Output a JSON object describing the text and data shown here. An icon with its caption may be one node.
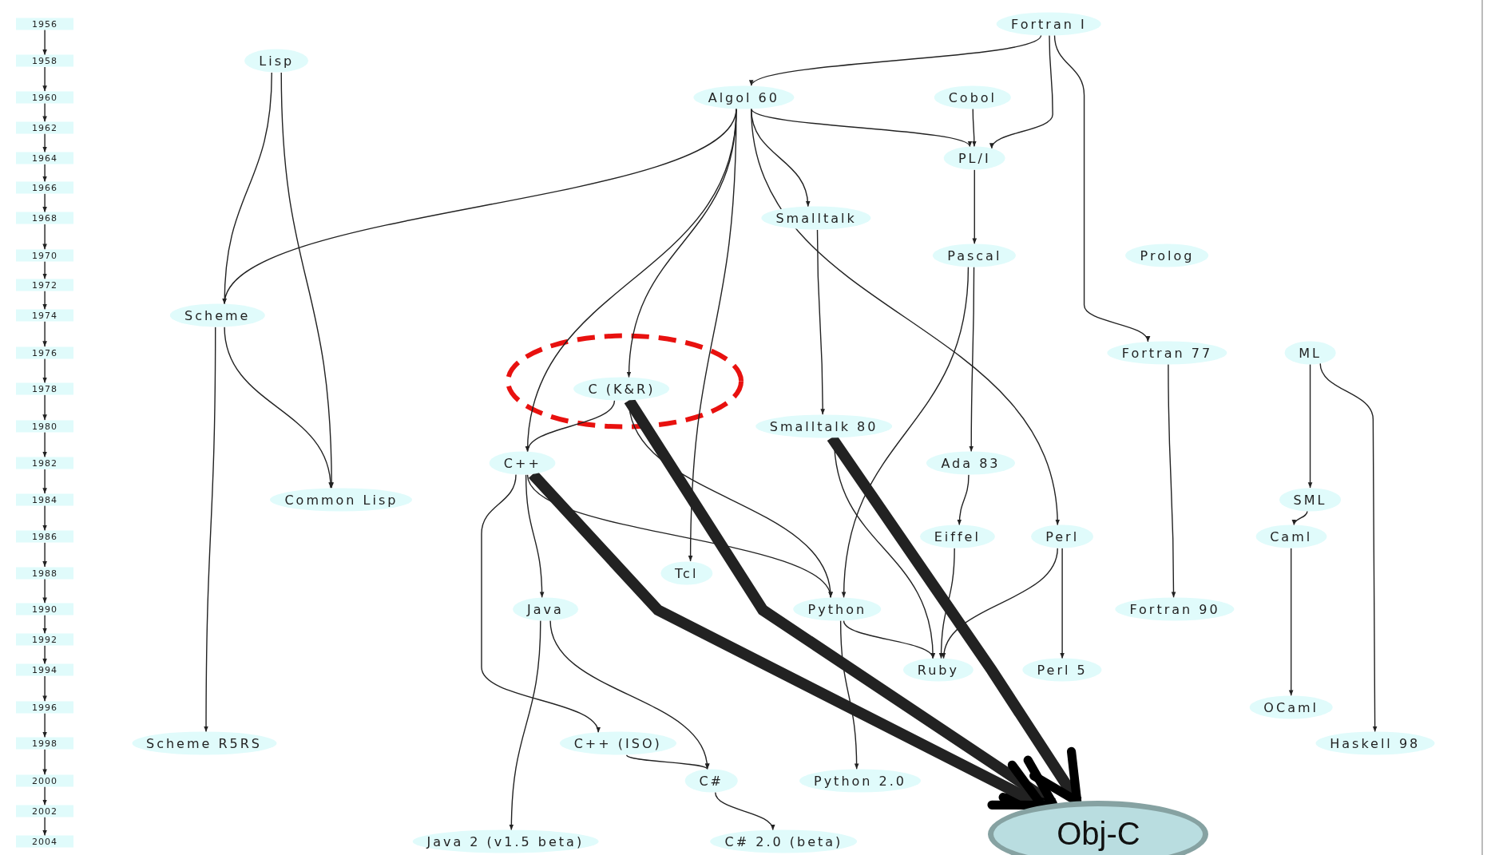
{
  "diagram": {
    "nodes": [
      {
        "text": [
          "1956"
        ]
      },
      {
        "text": [
          "1958"
        ]
      },
      {
        "text": [
          "1960"
        ]
      },
      {
        "text": [
          "1962"
        ]
      },
      {
        "text": [
          "1964"
        ]
      },
      {
        "text": [
          "1966"
        ]
      },
      {
        "text": [
          "1968"
        ]
      },
      {
        "text": [
          "1970"
        ]
      },
      {
        "text": [
          "1972"
        ]
      },
      {
        "text": [
          "1974"
        ]
      },
      {
        "text": [
          "1976"
        ]
      },
      {
        "text": [
          "1978"
        ]
      },
      {
        "text": [
          "1980"
        ]
      },
      {
        "text": [
          "1982"
        ]
      },
      {
        "text": [
          "1984"
        ]
      },
      {
        "text": [
          "1986"
        ]
      },
      {
        "text": [
          "1988"
        ]
      },
      {
        "text": [
          "1990"
        ]
      },
      {
        "text": [
          "1992"
        ]
      },
      {
        "text": [
          "1994"
        ]
      },
      {
        "text": [
          "1996"
        ]
      },
      {
        "text": [
          "1998"
        ]
      },
      {
        "text": [
          "2000"
        ]
      },
      {
        "text": [
          "2002"
        ]
      },
      {
        "text": [
          "2004"
        ]
      },
      {
        "text": [
          "Fortran I"
        ]
      },
      {
        "text": [
          "Lisp"
        ]
      },
      {
        "text": [
          "Algol 60"
        ]
      },
      {
        "text": [
          "Cobol"
        ]
      },
      {
        "text": [
          "PL/I"
        ]
      },
      {
        "text": [
          "Smalltalk"
        ]
      },
      {
        "text": [
          "Pascal"
        ]
      },
      {
        "text": [
          "Prolog"
        ]
      },
      {
        "text": [
          "Scheme"
        ]
      },
      {
        "text": [
          "Fortran 77"
        ]
      },
      {
        "text": [
          "ML"
        ]
      },
      {
        "text": [
          "C (K&R)"
        ]
      },
      {
        "text": [
          "Smalltalk 80"
        ]
      },
      {
        "text": [
          "C++"
        ]
      },
      {
        "text": [
          "Ada 83"
        ]
      },
      {
        "text": [
          "Common Lisp"
        ]
      },
      {
        "text": [
          "SML"
        ]
      },
      {
        "text": [
          "Eiffel"
        ]
      },
      {
        "text": [
          "Perl"
        ]
      },
      {
        "text": [
          "Caml"
        ]
      },
      {
        "text": [
          "Tcl"
        ]
      },
      {
        "text": [
          "Java"
        ]
      },
      {
        "text": [
          "Python"
        ]
      },
      {
        "text": [
          "Fortran 90"
        ]
      },
      {
        "text": [
          "Ruby"
        ]
      },
      {
        "text": [
          "Perl 5"
        ]
      },
      {
        "text": [
          "OCaml"
        ]
      },
      {
        "text": [
          "Scheme R5RS"
        ]
      },
      {
        "text": [
          "C++ (ISO)"
        ]
      },
      {
        "text": [
          "Haskell 98"
        ]
      },
      {
        "text": [
          "C#"
        ]
      },
      {
        "text": [
          "Python 2.0"
        ]
      },
      {
        "text": [
          "Java 2 (v1.5 beta)"
        ]
      },
      {
        "text": [
          "C# 2.0 (beta)"
        ]
      },
      {
        "text": [
          "Obj-C"
        ]
      }
    ],
    "edges": [
      {
        "from": 0,
        "to": 1,
        "arrow": "to"
      },
      {
        "from": 1,
        "to": 2,
        "arrow": "to"
      },
      {
        "from": 2,
        "to": 3,
        "arrow": "to"
      },
      {
        "from": 3,
        "to": 4,
        "arrow": "to"
      },
      {
        "from": 4,
        "to": 5,
        "arrow": "to"
      },
      {
        "from": 5,
        "to": 6,
        "arrow": "to"
      },
      {
        "from": 6,
        "to": 7,
        "arrow": "to"
      },
      {
        "from": 7,
        "to": 8,
        "arrow": "to"
      },
      {
        "from": 8,
        "to": 9,
        "arrow": "to"
      },
      {
        "from": 9,
        "to": 10,
        "arrow": "to"
      },
      {
        "from": 10,
        "to": 11,
        "arrow": "to"
      },
      {
        "from": 11,
        "to": 12,
        "arrow": "to"
      },
      {
        "from": 12,
        "to": 13,
        "arrow": "to"
      },
      {
        "from": 13,
        "to": 14,
        "arrow": "to"
      },
      {
        "from": 14,
        "to": 15,
        "arrow": "to"
      },
      {
        "from": 15,
        "to": 16,
        "arrow": "to"
      },
      {
        "from": 16,
        "to": 17,
        "arrow": "to"
      },
      {
        "from": 17,
        "to": 18,
        "arrow": "to"
      },
      {
        "from": 18,
        "to": 19,
        "arrow": "to"
      },
      {
        "from": 19,
        "to": 20,
        "arrow": "to"
      },
      {
        "from": 20,
        "to": 21,
        "arrow": "to"
      },
      {
        "from": 21,
        "to": 22,
        "arrow": "to"
      },
      {
        "from": 22,
        "to": 23,
        "arrow": "to"
      },
      {
        "from": 23,
        "to": 24,
        "arrow": "to"
      },
      {
        "from": 25,
        "to": 27,
        "arrow": "to"
      },
      {
        "from": 25,
        "to": 29,
        "arrow": "to"
      },
      {
        "from": 25,
        "to": 34,
        "arrow": "to"
      },
      {
        "from": 26,
        "to": 33,
        "arrow": "to"
      },
      {
        "from": 26,
        "to": 40,
        "arrow": "to"
      },
      {
        "from": 27,
        "to": 33,
        "arrow": "to"
      },
      {
        "from": 27,
        "to": 38,
        "arrow": "to"
      },
      {
        "from": 27,
        "to": 36,
        "arrow": "to"
      },
      {
        "from": 27,
        "to": 45,
        "arrow": "to"
      },
      {
        "from": 27,
        "to": 30,
        "arrow": "to"
      },
      {
        "from": 27,
        "to": 29,
        "arrow": "to"
      },
      {
        "from": 27,
        "to": 43,
        "arrow": "to"
      },
      {
        "from": 28,
        "to": 29,
        "arrow": "to"
      },
      {
        "from": 29,
        "to": 31,
        "arrow": "to"
      },
      {
        "from": 31,
        "to": 39,
        "arrow": "to"
      },
      {
        "from": 31,
        "to": 47,
        "arrow": "to"
      },
      {
        "from": 30,
        "to": 37,
        "arrow": "to"
      },
      {
        "from": 37,
        "to": 49,
        "arrow": "to"
      },
      {
        "from": 33,
        "to": 52,
        "arrow": "to"
      },
      {
        "from": 33,
        "to": 40,
        "arrow": "to"
      },
      {
        "from": 34,
        "to": 48,
        "arrow": "to"
      },
      {
        "from": 35,
        "to": 41,
        "arrow": "to"
      },
      {
        "from": 35,
        "to": 54,
        "arrow": "to"
      },
      {
        "from": 41,
        "to": 44,
        "arrow": "to"
      },
      {
        "from": 44,
        "to": 51,
        "arrow": "to"
      },
      {
        "from": 36,
        "to": 38,
        "arrow": "to"
      },
      {
        "from": 36,
        "to": 47,
        "arrow": "to"
      },
      {
        "from": 38,
        "to": 46,
        "arrow": "to"
      },
      {
        "from": 38,
        "to": 53,
        "arrow": "to"
      },
      {
        "from": 38,
        "to": 47,
        "arrow": "to"
      },
      {
        "from": 39,
        "to": 42,
        "arrow": "to"
      },
      {
        "from": 42,
        "to": 49,
        "arrow": "to"
      },
      {
        "from": 43,
        "to": 49,
        "arrow": "to"
      },
      {
        "from": 43,
        "to": 50,
        "arrow": "to"
      },
      {
        "from": 46,
        "to": 57,
        "arrow": "to"
      },
      {
        "from": 46,
        "to": 55,
        "arrow": "to"
      },
      {
        "from": 53,
        "to": 55,
        "arrow": "to"
      },
      {
        "from": 55,
        "to": 58,
        "arrow": "to"
      },
      {
        "from": 47,
        "to": 49,
        "arrow": "to"
      },
      {
        "from": 47,
        "to": 56,
        "arrow": "to"
      },
      {
        "from": 36,
        "to": 59,
        "arrow": "to",
        "style": "thick"
      },
      {
        "from": 38,
        "to": 59,
        "arrow": "to",
        "style": "thick"
      },
      {
        "from": 37,
        "to": 59,
        "arrow": "to",
        "style": "thick"
      }
    ]
  }
}
